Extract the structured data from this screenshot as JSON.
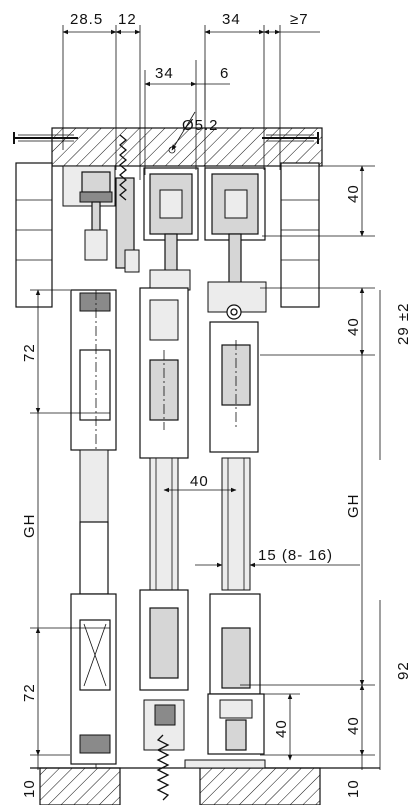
{
  "dimensions": {
    "top_left_width": "28.5",
    "top_gap": "12",
    "top_rail_width": "34",
    "top_min": "≥7",
    "mid_34": "34",
    "mid_6": "6",
    "hole_diameter": "Ø5.2",
    "right_top_40": "40",
    "right_40_b": "40",
    "right_tolerance": "29 ±2",
    "left_72_top": "72",
    "left_gh": "GH",
    "center_40": "40",
    "right_gh": "GH",
    "thickness_range": "15 (8- 16)",
    "left_72_bottom": "72",
    "right_92": "92",
    "bottom_40_inner": "40",
    "bottom_40_right": "40",
    "bottom_10_left": "10",
    "bottom_10_right": "10"
  }
}
